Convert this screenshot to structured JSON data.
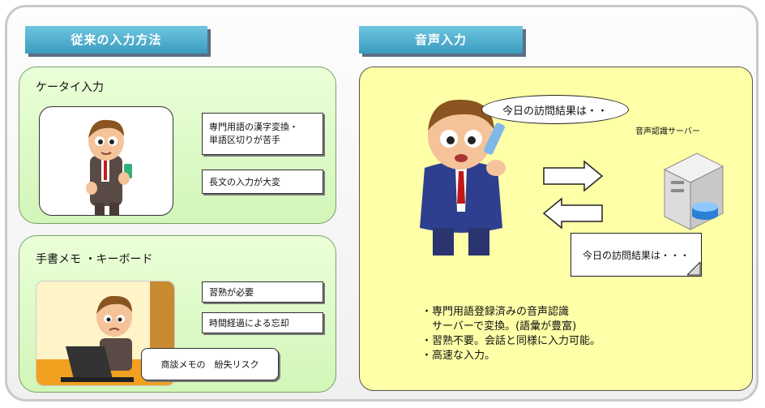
{
  "left": {
    "tab_title": "従来の入力方法",
    "keitai": {
      "title": "ケータイ入力",
      "notes": [
        "専門用語の漢字変換・\n単語区切りが苦手",
        "長文の入力が大変"
      ]
    },
    "handwritten": {
      "title": "手書メモ ・キーボード",
      "notes": [
        "習熟が必要",
        "時間経過による忘却",
        "商談メモの　紛失リスク"
      ]
    }
  },
  "right": {
    "tab_title": "音声入力",
    "speech_bubble": "今日の訪問結果は・・",
    "server_label": "音声認識サーバー",
    "result_note": "今日の訪問結果は・・・",
    "bullets": [
      "・専門用語登録済みの音声認識",
      "　サーバーで変換。(語彙が豊富)",
      "・習熟不要。会話と同様に入力可能。",
      "・高速な入力。"
    ]
  }
}
